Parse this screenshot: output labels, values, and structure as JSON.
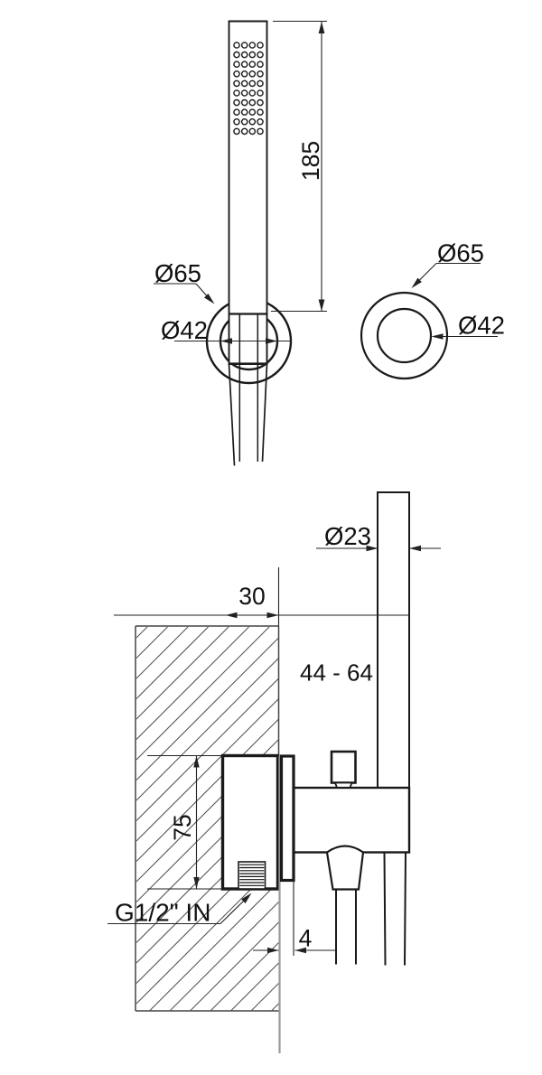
{
  "drawing": {
    "title": "shower-handset-with-wall-outlet-technical-drawing",
    "labels": {
      "length": "185",
      "holder_outer": "Ø65",
      "holder_inner": "Ø42",
      "front_outer": "Ø65",
      "front_inner": "Ø42",
      "tube": "Ø23",
      "recess_depth": "30",
      "adjust_range": "44 - 64",
      "body_height": "75",
      "inlet": "G1/2\" IN",
      "plate_offset": "4"
    },
    "colors": {
      "outline": "#1a1a1a",
      "dimension": "#222222",
      "hatch": "#555555",
      "wall_face": "#999999",
      "background": "#ffffff"
    }
  }
}
